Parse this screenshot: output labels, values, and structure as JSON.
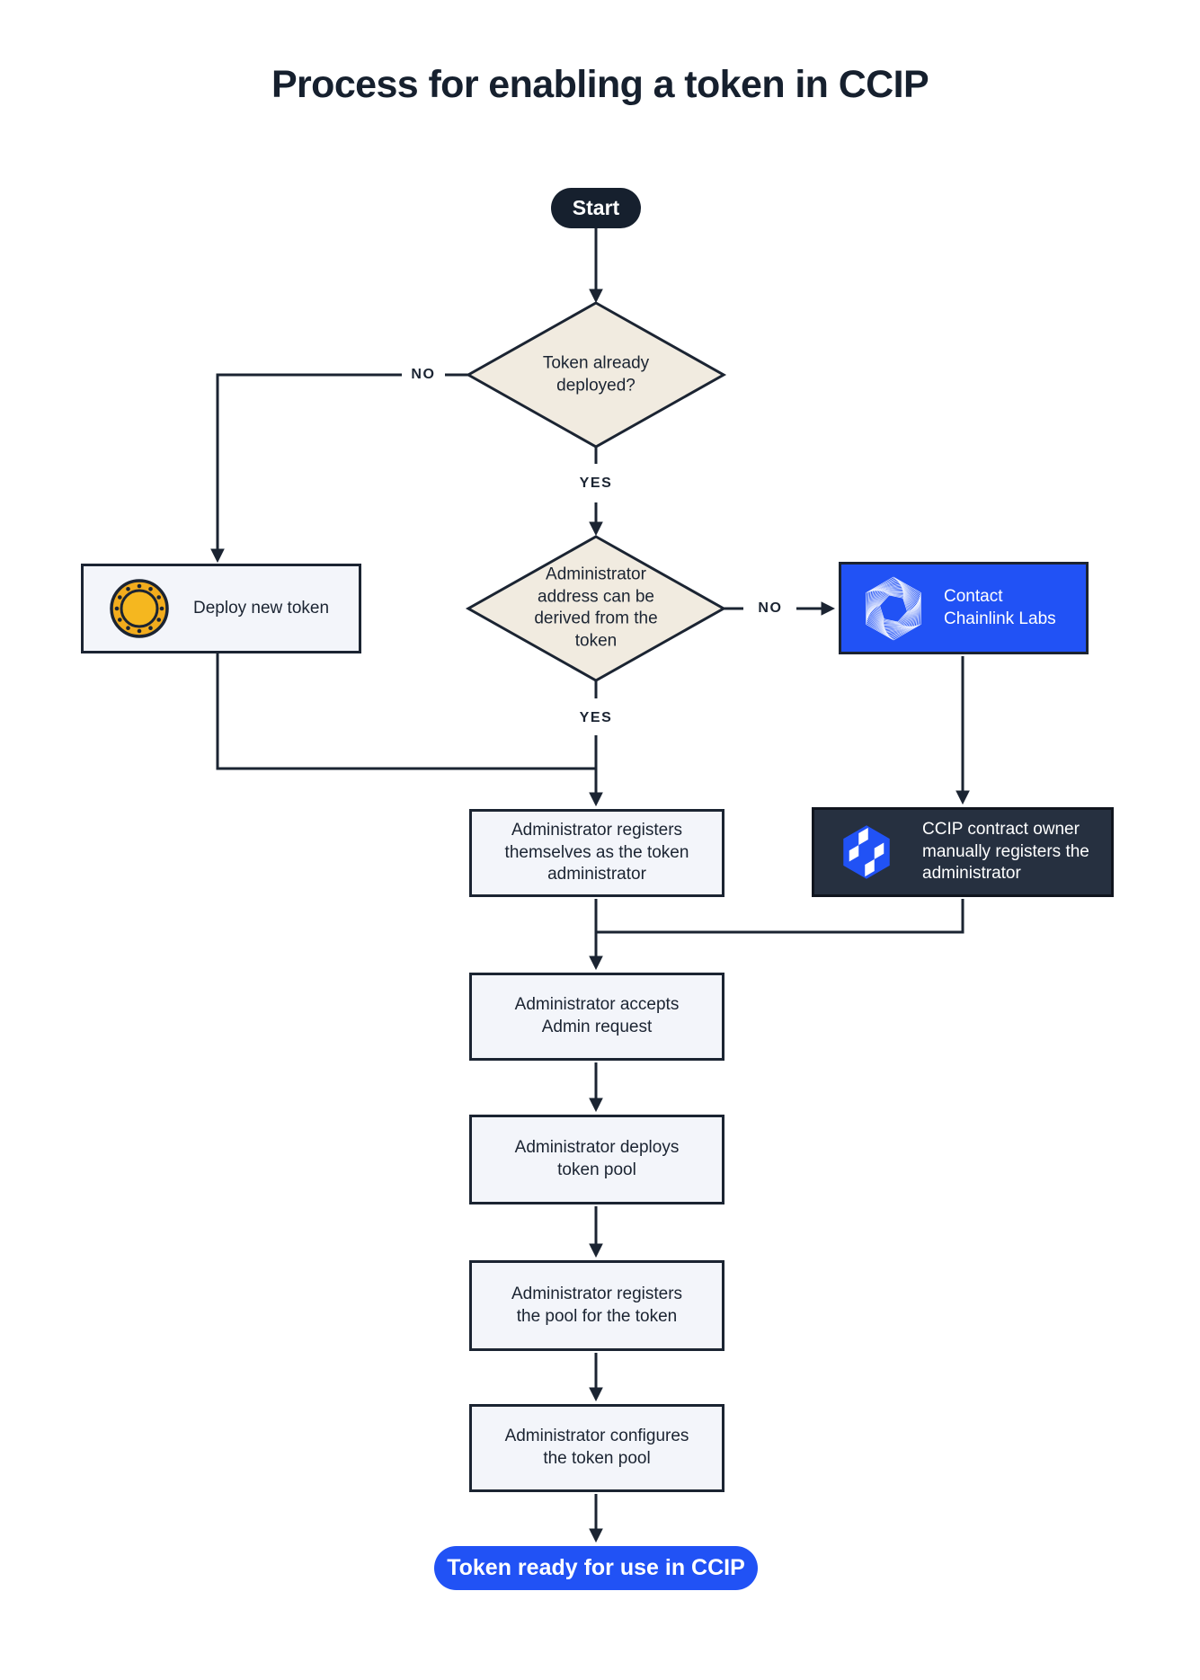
{
  "title": "Process for enabling a token in CCIP",
  "colors": {
    "accent_blue": "#2152F5",
    "dark_navy": "#1B2432",
    "dark_slate": "#263040",
    "diamond_fill": "#F1EBE0",
    "box_fill": "#F3F5FA",
    "coin_gold": "#F2AC1D",
    "coin_gold_light": "#F5B71F"
  },
  "flowchart": {
    "start": {
      "label": "Start"
    },
    "decisions": [
      {
        "question": "Token already deployed?",
        "no_label": "NO",
        "yes_label": "YES"
      },
      {
        "question": "Administrator address can be derived from the token",
        "no_label": "NO",
        "yes_label": "YES"
      }
    ],
    "processes": [
      {
        "label": "Deploy new token",
        "icon": "token-coin-icon"
      },
      {
        "label": "Contact Chainlink Labs",
        "icon": "chainlink-labs-icon"
      },
      {
        "label": "CCIP contract owner manually registers the administrator",
        "icon": "ccip-logo-icon"
      },
      {
        "label": "Administrator registers themselves as the token administrator"
      },
      {
        "label": "Administrator accepts Admin request"
      },
      {
        "label": "Administrator deploys token pool"
      },
      {
        "label": "Administrator registers the pool for the token"
      },
      {
        "label": "Administrator configures the token pool"
      }
    ],
    "end": {
      "label": "Token ready for use in CCIP"
    }
  }
}
